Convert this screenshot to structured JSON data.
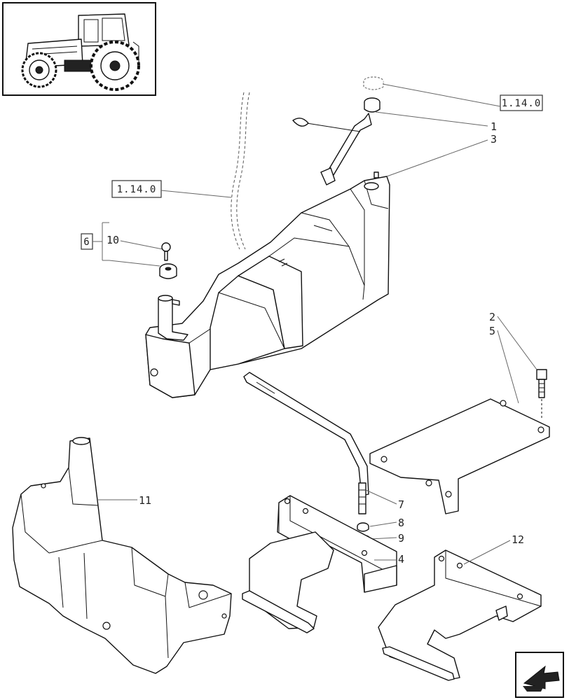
{
  "references": {
    "top_right": "1.14.0",
    "left": "1.14.0",
    "group_box": "6"
  },
  "callouts": {
    "c1": "1",
    "c3": "3",
    "c10": "10",
    "c2": "2",
    "c5": "5",
    "c11": "11",
    "c7": "7",
    "c8": "8",
    "c9": "9",
    "c4": "4",
    "c12": "12"
  },
  "thumbnail": {
    "icon": "tractor-icon"
  },
  "navigation": {
    "icon": "next-page-arrow-icon"
  }
}
